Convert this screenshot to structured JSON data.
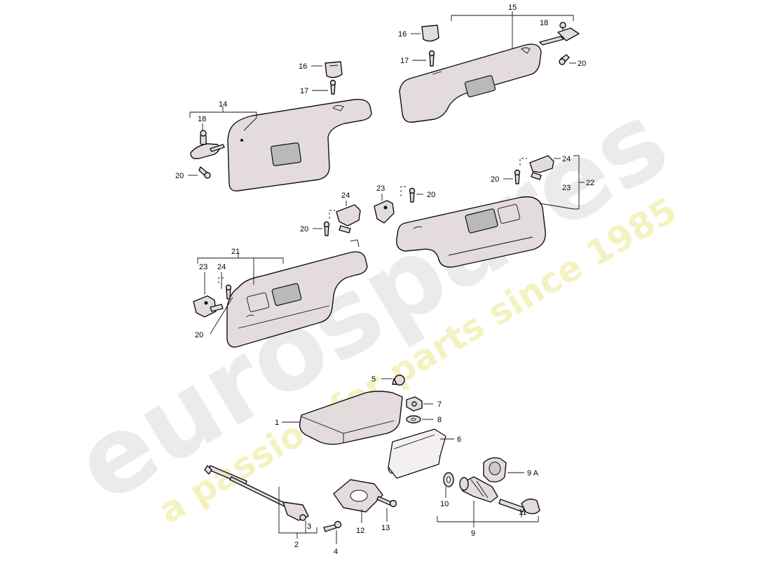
{
  "watermark": {
    "brand": "eurospares",
    "tagline": "a passion for parts since 1985",
    "brand_color": "#d9d9d9",
    "tagline_color": "#f2efb0"
  },
  "callouts": [
    {
      "id": "c15",
      "text": "15"
    },
    {
      "id": "c16a",
      "text": "16"
    },
    {
      "id": "c16b",
      "text": "16"
    },
    {
      "id": "c17a",
      "text": "17"
    },
    {
      "id": "c17b",
      "text": "17"
    },
    {
      "id": "c18a",
      "text": "18"
    },
    {
      "id": "c18b",
      "text": "18"
    },
    {
      "id": "c20a",
      "text": "20"
    },
    {
      "id": "c20b",
      "text": "20"
    },
    {
      "id": "c20c",
      "text": "20"
    },
    {
      "id": "c20d",
      "text": "20"
    },
    {
      "id": "c20e",
      "text": "20"
    },
    {
      "id": "c20f",
      "text": "20"
    },
    {
      "id": "c14",
      "text": "14"
    },
    {
      "id": "c24a",
      "text": "24"
    },
    {
      "id": "c24b",
      "text": "24"
    },
    {
      "id": "c24c",
      "text": "24"
    },
    {
      "id": "c23a",
      "text": "23"
    },
    {
      "id": "c23b",
      "text": "23"
    },
    {
      "id": "c23c",
      "text": "23"
    },
    {
      "id": "c22",
      "text": "22"
    },
    {
      "id": "c21",
      "text": "21"
    },
    {
      "id": "c5",
      "text": "5"
    },
    {
      "id": "c7",
      "text": "7"
    },
    {
      "id": "c8",
      "text": "8"
    },
    {
      "id": "c1",
      "text": "1"
    },
    {
      "id": "c6",
      "text": "6"
    },
    {
      "id": "c9a",
      "text": "9 A"
    },
    {
      "id": "c10",
      "text": "10"
    },
    {
      "id": "c11",
      "text": "11"
    },
    {
      "id": "c9",
      "text": "9"
    },
    {
      "id": "c12",
      "text": "12"
    },
    {
      "id": "c13",
      "text": "13"
    },
    {
      "id": "c3",
      "text": "3"
    },
    {
      "id": "c2",
      "text": "2"
    },
    {
      "id": "c4",
      "text": "4"
    }
  ]
}
